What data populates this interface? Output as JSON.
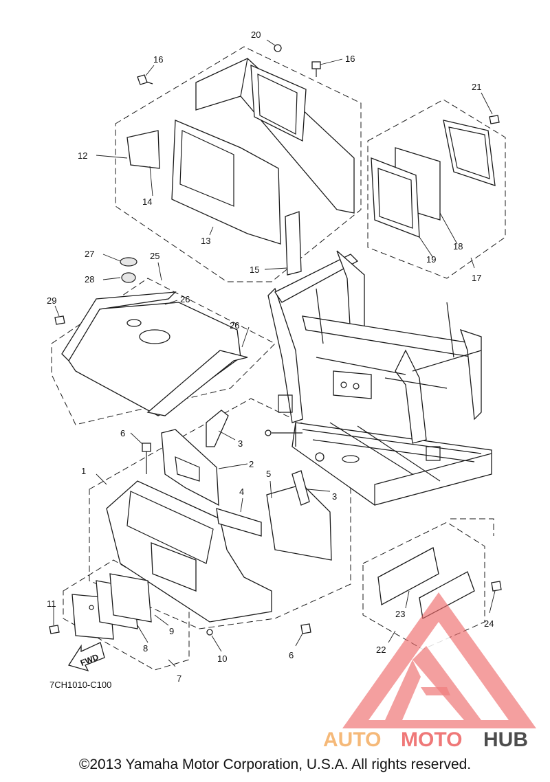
{
  "callouts": [
    "1",
    "2",
    "3",
    "3",
    "4",
    "5",
    "6",
    "6",
    "7",
    "8",
    "9",
    "10",
    "11",
    "12",
    "13",
    "14",
    "15",
    "16",
    "16",
    "17",
    "18",
    "19",
    "20",
    "21",
    "22",
    "23",
    "24",
    "25",
    "26",
    "26",
    "27",
    "28",
    "29"
  ],
  "diagram_code": "7CH1010-C100",
  "fwd_label": "FWD",
  "watermark": {
    "part1": "AUTO",
    "part2": "MOTO",
    "part3": "HUB",
    "color_orange": "#f5b26b",
    "color_red": "#ee6a6a",
    "color_dark": "#3a3a3a"
  },
  "copyright": "©2013 Yamaha Motor Corporation, U.S.A. All rights reserved."
}
